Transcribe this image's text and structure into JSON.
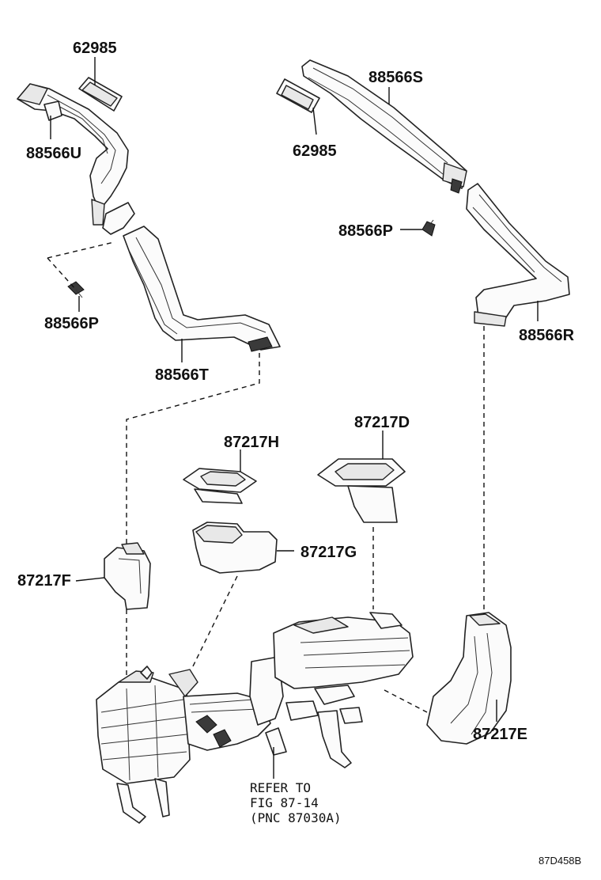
{
  "labels": {
    "p62985_left": "62985",
    "p88566U": "88566U",
    "p88566P_left": "88566P",
    "p88566T": "88566T",
    "p88566S": "88566S",
    "p62985_right": "62985",
    "p88566P_right": "88566P",
    "p88566R": "88566R",
    "p87217H": "87217H",
    "p87217D": "87217D",
    "p87217G": "87217G",
    "p87217F": "87217F",
    "p87217E": "87217E"
  },
  "refer_note": {
    "line1": "REFER TO",
    "line2": "FIG 87-14",
    "line3": "(PNC 87030A)"
  },
  "figure_code": "87D458B"
}
